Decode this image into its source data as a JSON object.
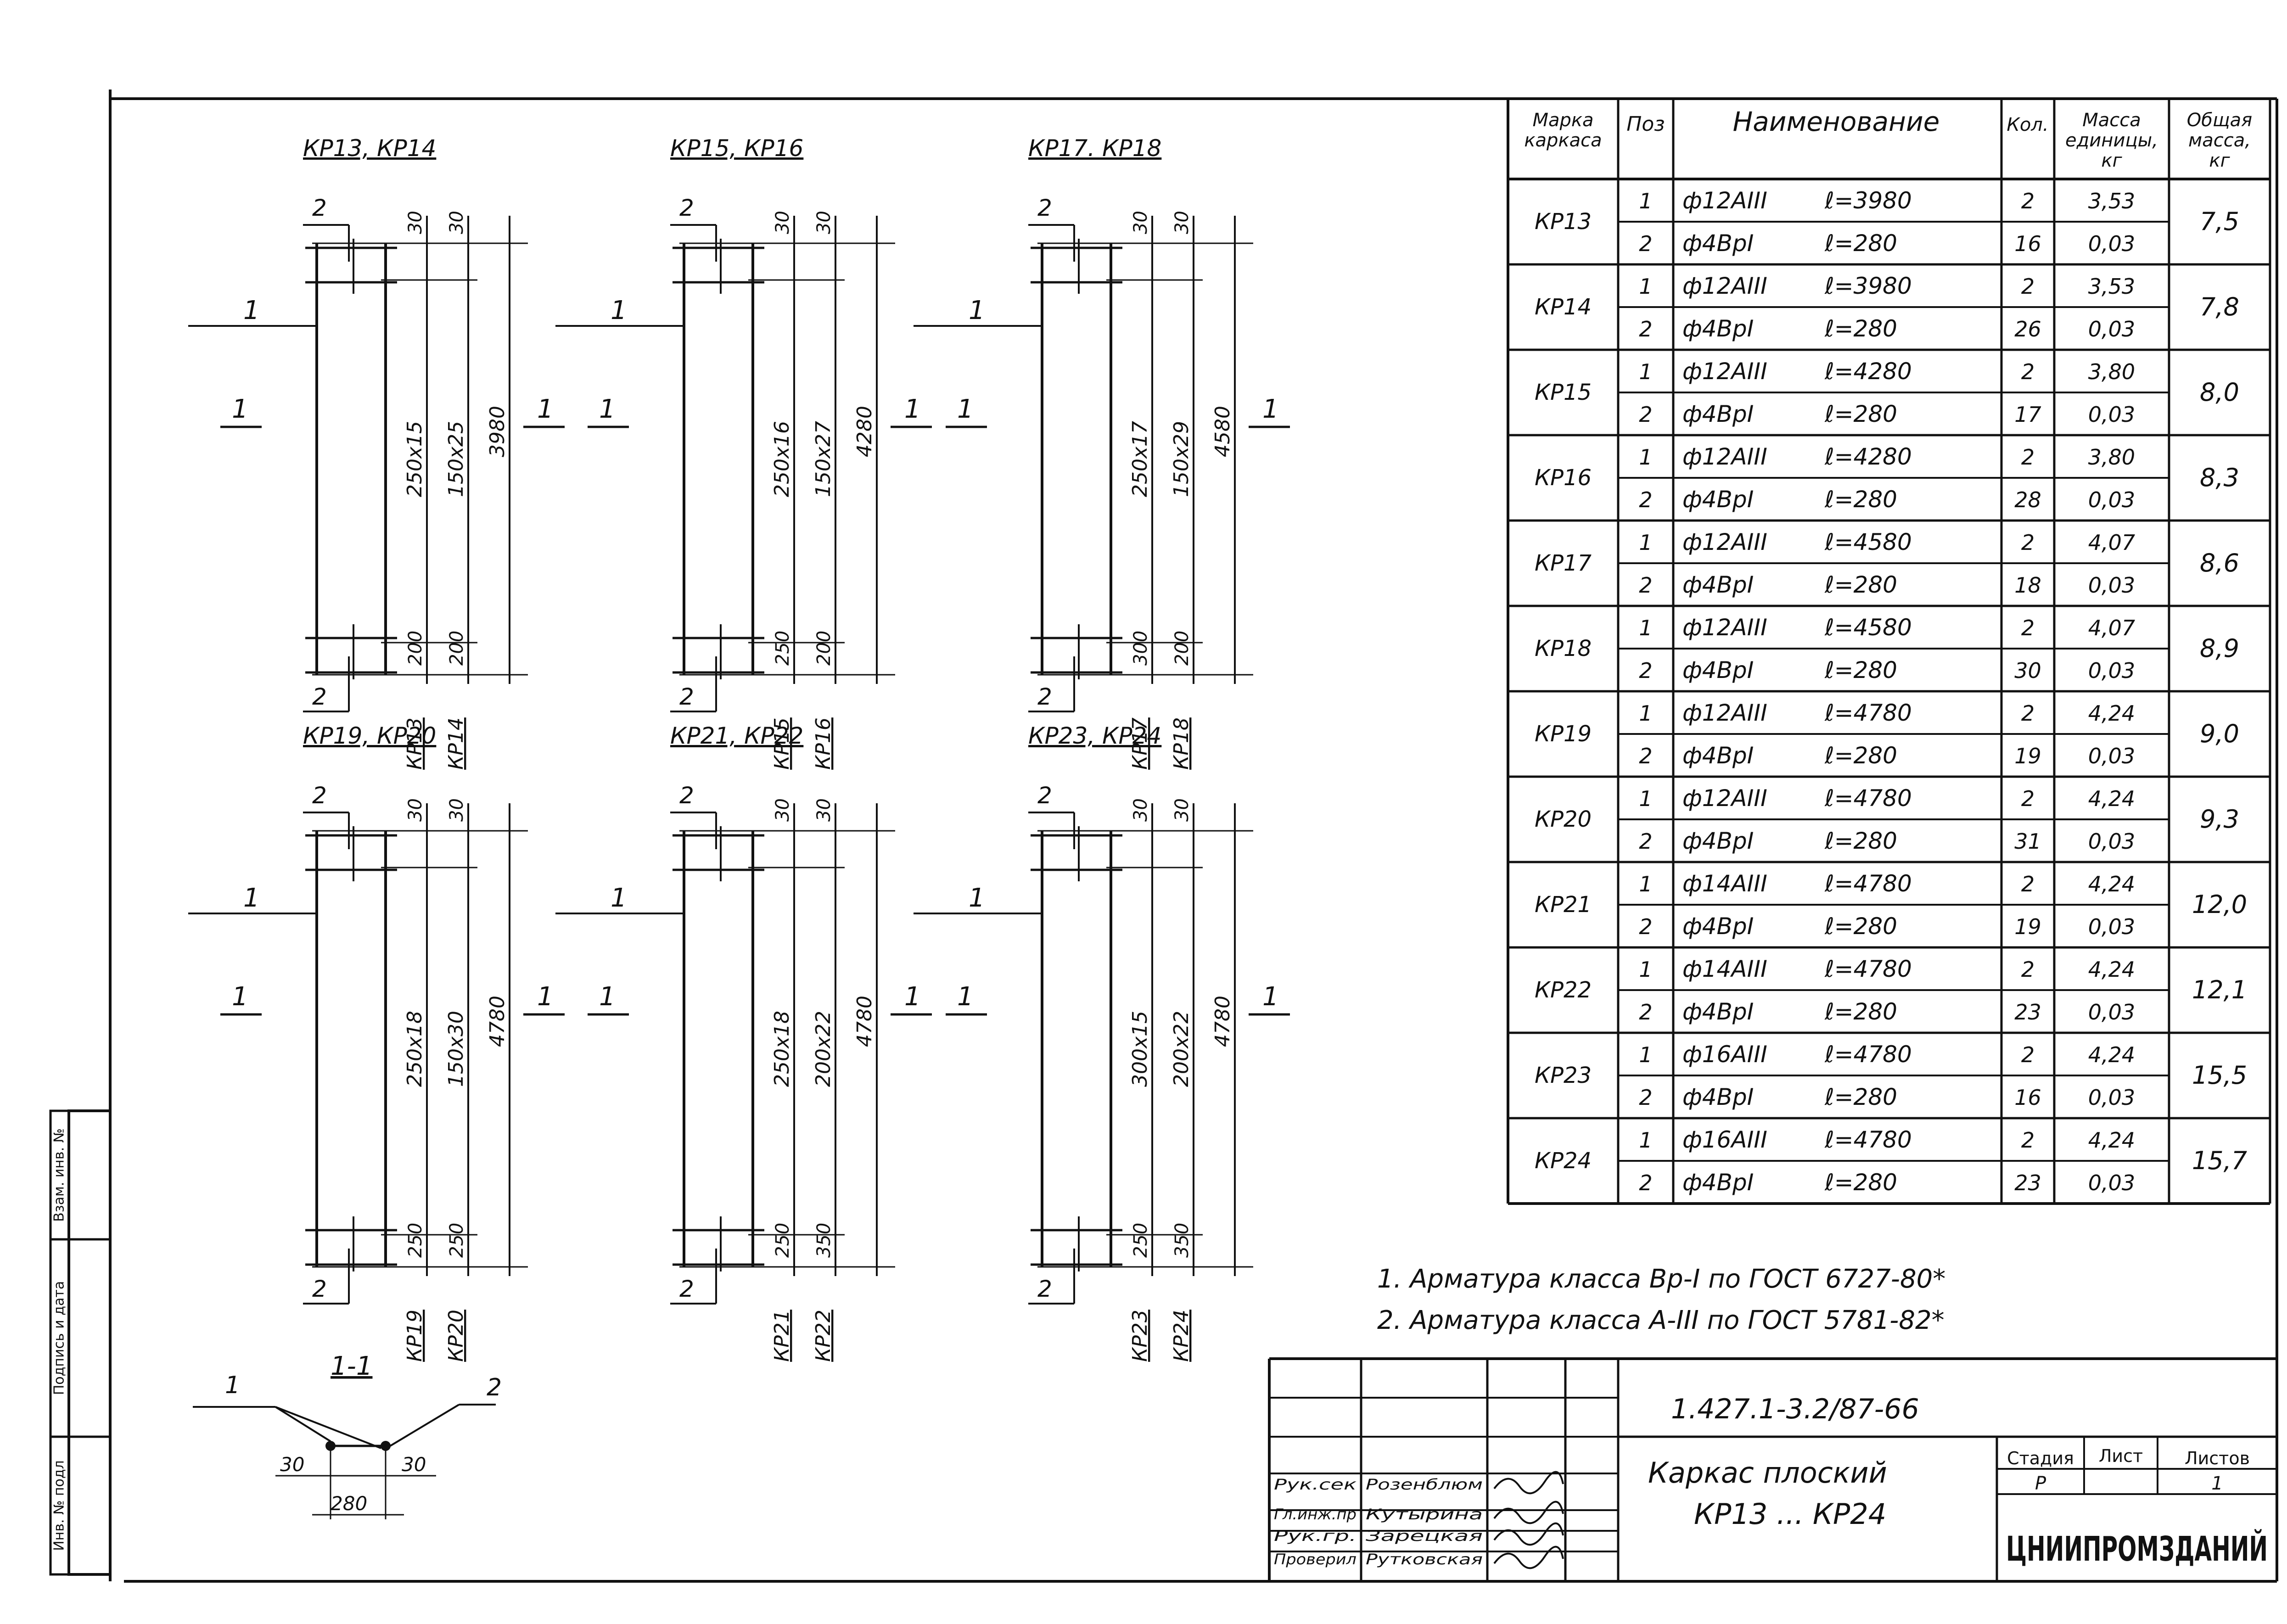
{
  "drawings": [
    {
      "title": "КР13, КР14",
      "dims": [
        "250х15",
        "150х25",
        "3980"
      ],
      "top": [
        "30",
        "30"
      ],
      "bottom": [
        "200",
        "200"
      ],
      "marks": [
        "КР13",
        "КР14"
      ]
    },
    {
      "title": "КР15, КР16",
      "dims": [
        "250х16",
        "150х27",
        "4280"
      ],
      "top": [
        "30",
        "30"
      ],
      "bottom": [
        "250",
        "200"
      ],
      "marks": [
        "КР15",
        "КР16"
      ]
    },
    {
      "title": "КР17. КР18",
      "dims": [
        "250х17",
        "150х29",
        "4580"
      ],
      "top": [
        "30",
        "30"
      ],
      "bottom": [
        "300",
        "200"
      ],
      "marks": [
        "КР17",
        "КР18"
      ]
    },
    {
      "title": "КР19, КР20",
      "dims": [
        "250х18",
        "150х30",
        "4780"
      ],
      "top": [
        "30",
        "30"
      ],
      "bottom": [
        "250",
        "250"
      ],
      "marks": [
        "КР19",
        "КР20"
      ]
    },
    {
      "title": "КР21, КР22",
      "dims": [
        "250х18",
        "200х22",
        "4780"
      ],
      "top": [
        "30",
        "30"
      ],
      "bottom": [
        "250",
        "350"
      ],
      "marks": [
        "КР21",
        "КР22"
      ]
    },
    {
      "title": "КР23, КР24",
      "dims": [
        "300х15",
        "200х22",
        "4780"
      ],
      "top": [
        "30",
        "30"
      ],
      "bottom": [
        "250",
        "350"
      ],
      "marks": [
        "КР23",
        "КР24"
      ]
    }
  ],
  "labels": {
    "pos1": "1",
    "pos2": "2",
    "section_mark": "1",
    "section_title": "1-1",
    "sec_dim_left": "30",
    "sec_dim_right": "30",
    "sec_dim_total": "280"
  },
  "table": {
    "headers": [
      "Марка каркаса",
      "Поз",
      "Наименование",
      "Кол.",
      "Масса единицы, кг",
      "Общая масса, кг"
    ],
    "groups": [
      {
        "mark": "КР13",
        "total": "7,5",
        "rows": [
          {
            "pos": "1",
            "name": "ф12АIII",
            "len": "ℓ=3980",
            "qty": "2",
            "mass": "3,53"
          },
          {
            "pos": "2",
            "name": "ф4ВрI",
            "len": "ℓ=280",
            "qty": "16",
            "mass": "0,03"
          }
        ]
      },
      {
        "mark": "КР14",
        "total": "7,8",
        "rows": [
          {
            "pos": "1",
            "name": "ф12АIII",
            "len": "ℓ=3980",
            "qty": "2",
            "mass": "3,53"
          },
          {
            "pos": "2",
            "name": "ф4ВрI",
            "len": "ℓ=280",
            "qty": "26",
            "mass": "0,03"
          }
        ]
      },
      {
        "mark": "КР15",
        "total": "8,0",
        "rows": [
          {
            "pos": "1",
            "name": "ф12АIII",
            "len": "ℓ=4280",
            "qty": "2",
            "mass": "3,80"
          },
          {
            "pos": "2",
            "name": "ф4ВрI",
            "len": "ℓ=280",
            "qty": "17",
            "mass": "0,03"
          }
        ]
      },
      {
        "mark": "КР16",
        "total": "8,3",
        "rows": [
          {
            "pos": "1",
            "name": "ф12АIII",
            "len": "ℓ=4280",
            "qty": "2",
            "mass": "3,80"
          },
          {
            "pos": "2",
            "name": "ф4ВрI",
            "len": "ℓ=280",
            "qty": "28",
            "mass": "0,03"
          }
        ]
      },
      {
        "mark": "КР17",
        "total": "8,6",
        "rows": [
          {
            "pos": "1",
            "name": "ф12АIII",
            "len": "ℓ=4580",
            "qty": "2",
            "mass": "4,07"
          },
          {
            "pos": "2",
            "name": "ф4ВрI",
            "len": "ℓ=280",
            "qty": "18",
            "mass": "0,03"
          }
        ]
      },
      {
        "mark": "КР18",
        "total": "8,9",
        "rows": [
          {
            "pos": "1",
            "name": "ф12АIII",
            "len": "ℓ=4580",
            "qty": "2",
            "mass": "4,07"
          },
          {
            "pos": "2",
            "name": "ф4ВрI",
            "len": "ℓ=280",
            "qty": "30",
            "mass": "0,03"
          }
        ]
      },
      {
        "mark": "КР19",
        "total": "9,0",
        "rows": [
          {
            "pos": "1",
            "name": "ф12АIII",
            "len": "ℓ=4780",
            "qty": "2",
            "mass": "4,24"
          },
          {
            "pos": "2",
            "name": "ф4ВрI",
            "len": "ℓ=280",
            "qty": "19",
            "mass": "0,03"
          }
        ]
      },
      {
        "mark": "КР20",
        "total": "9,3",
        "rows": [
          {
            "pos": "1",
            "name": "ф12АIII",
            "len": "ℓ=4780",
            "qty": "2",
            "mass": "4,24"
          },
          {
            "pos": "2",
            "name": "ф4ВрI",
            "len": "ℓ=280",
            "qty": "31",
            "mass": "0,03"
          }
        ]
      },
      {
        "mark": "КР21",
        "total": "12,0",
        "rows": [
          {
            "pos": "1",
            "name": "ф14АIII",
            "len": "ℓ=4780",
            "qty": "2",
            "mass": "4,24"
          },
          {
            "pos": "2",
            "name": "ф4ВрI",
            "len": "ℓ=280",
            "qty": "19",
            "mass": "0,03"
          }
        ]
      },
      {
        "mark": "КР22",
        "total": "12,1",
        "rows": [
          {
            "pos": "1",
            "name": "ф14АIII",
            "len": "ℓ=4780",
            "qty": "2",
            "mass": "4,24"
          },
          {
            "pos": "2",
            "name": "ф4ВрI",
            "len": "ℓ=280",
            "qty": "23",
            "mass": "0,03"
          }
        ]
      },
      {
        "mark": "КР23",
        "total": "15,5",
        "rows": [
          {
            "pos": "1",
            "name": "ф16АIII",
            "len": "ℓ=4780",
            "qty": "2",
            "mass": "4,24"
          },
          {
            "pos": "2",
            "name": "ф4ВрI",
            "len": "ℓ=280",
            "qty": "16",
            "mass": "0,03"
          }
        ]
      },
      {
        "mark": "КР24",
        "total": "15,7",
        "rows": [
          {
            "pos": "1",
            "name": "ф16АIII",
            "len": "ℓ=4780",
            "qty": "2",
            "mass": "4,24"
          },
          {
            "pos": "2",
            "name": "ф4ВрI",
            "len": "ℓ=280",
            "qty": "23",
            "mass": "0,03"
          }
        ]
      }
    ]
  },
  "notes": [
    "1. Арматура класса Вр-I по ГОСТ 6727-80*",
    "2. Арматура класса А-III по ГОСТ 5781-82*"
  ],
  "title_block": {
    "code": "1.427.1-3.2/87-66",
    "title_line1": "Каркас плоский",
    "title_line2": "КР13 ... КР24",
    "stage_label": "Стадия",
    "sheet_label": "Лист",
    "sheets_label": "Листов",
    "stage": "Р",
    "sheets": "1",
    "org": "ЦНИИПРОМЗДАНИЙ",
    "signers": [
      {
        "role": "Рук.сек",
        "name": "Розенблюм"
      },
      {
        "role": "Гл.инж.пр",
        "name": "Кутырина"
      },
      {
        "role": "Рук.гр.",
        "name": "Зарецкая"
      },
      {
        "role": "Проверил",
        "name": "Рутковская"
      }
    ]
  },
  "side_stamp": [
    "Инв. № подл",
    "Подпись и дата",
    "Взам. инв. №"
  ]
}
